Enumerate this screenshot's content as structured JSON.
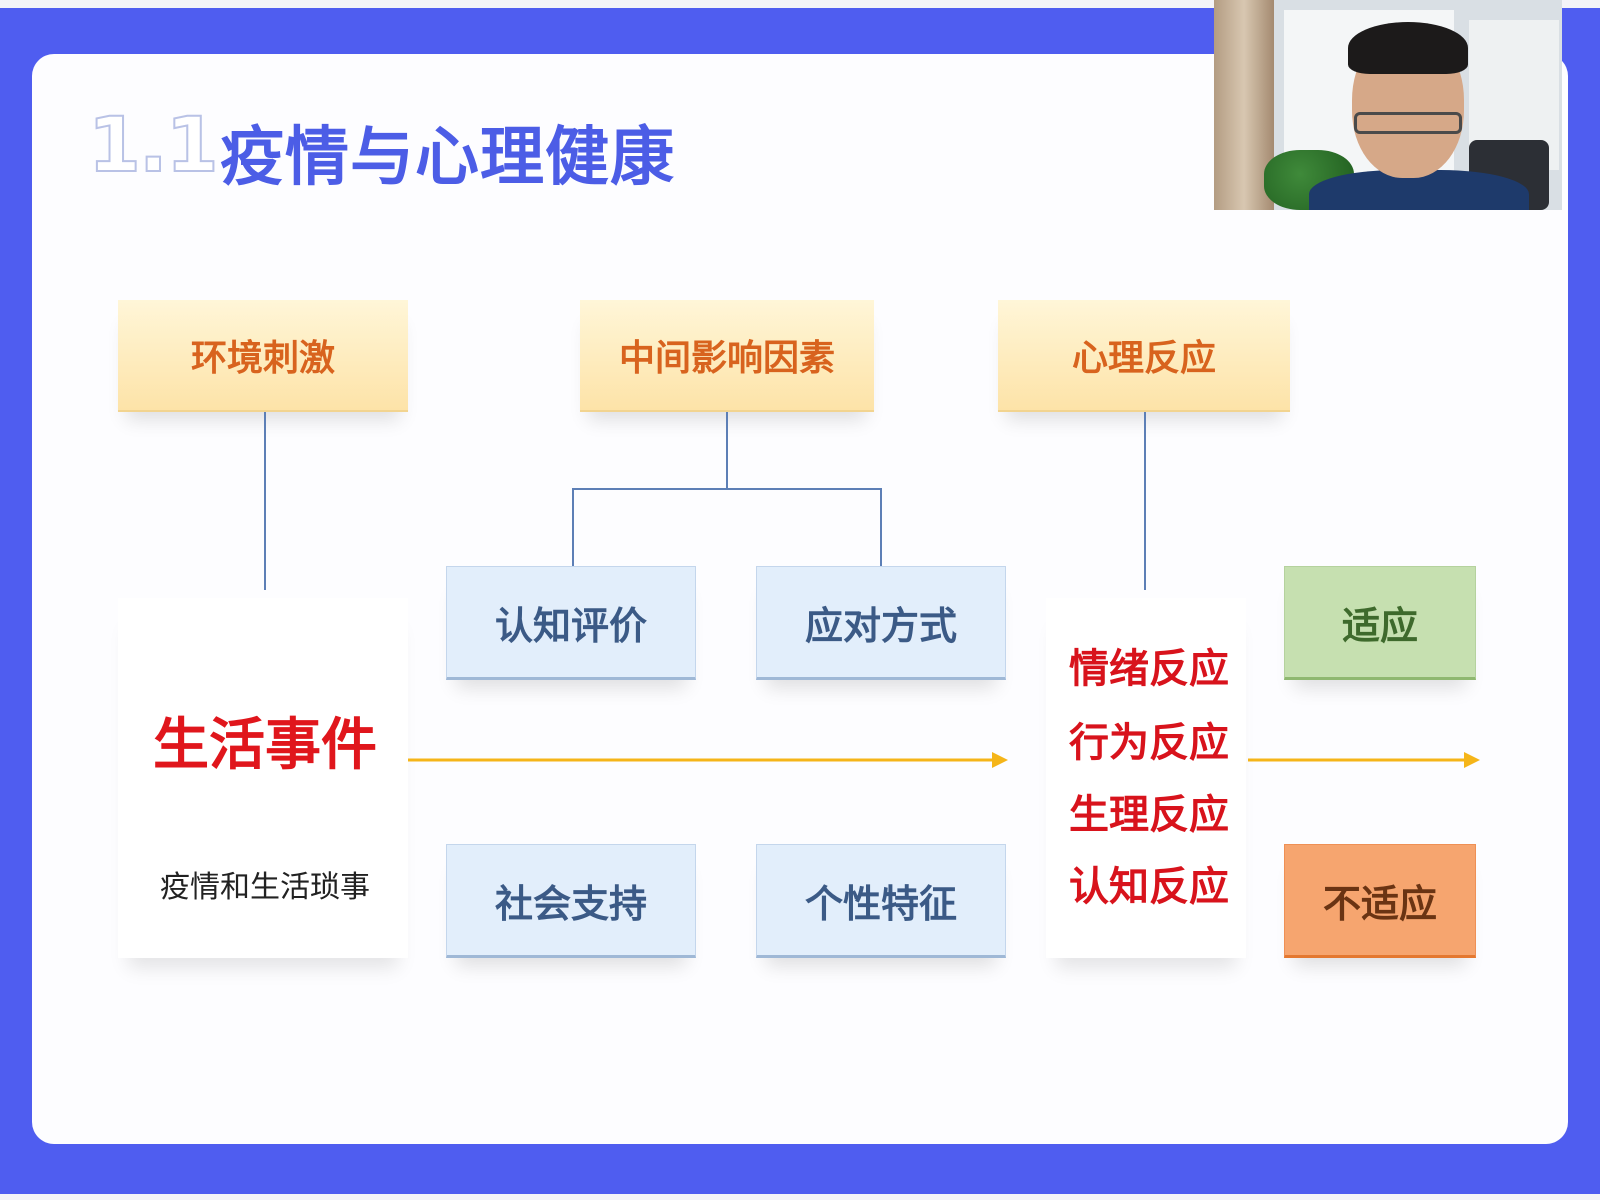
{
  "slide": {
    "number": "1.1",
    "title": "疫情与心理健康"
  },
  "headers": {
    "env": "环境刺激",
    "mediating": "中间影响因素",
    "response": "心理反应"
  },
  "factors": {
    "cognitive_appraisal": "认知评价",
    "coping_style": "应对方式",
    "social_support": "社会支持",
    "personality": "个性特征"
  },
  "life_event": {
    "title": "生活事件",
    "subtitle": "疫情和生活琐事"
  },
  "reactions": [
    "情绪反应",
    "行为反应",
    "生理反应",
    "认知反应"
  ],
  "outcomes": {
    "adapt": "适应",
    "maladapt": "不适应"
  },
  "colors": {
    "frame": "#4f5df0",
    "title": "#4c5de6",
    "red_text": "#e0161c",
    "arrow": "#f5b519",
    "connector": "#5d7fb6"
  }
}
